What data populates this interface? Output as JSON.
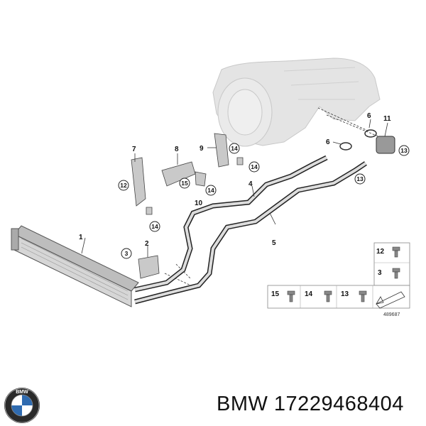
{
  "caption": "BMW 17229468404",
  "logo_text": "BMW",
  "diagram_number": "489687",
  "callouts": {
    "c1": "1",
    "c2": "2",
    "c3": "3",
    "c4": "4",
    "c5": "5",
    "c6a": "6",
    "c6b": "6",
    "c7": "7",
    "c8": "8",
    "c9": "9",
    "c10": "10",
    "c11": "11",
    "c12": "12",
    "c13a": "13",
    "c13b": "13",
    "c14a": "14",
    "c14b": "14",
    "c14c": "14",
    "c14d": "14",
    "c15": "15"
  },
  "legend": {
    "r12": "12",
    "r3": "3",
    "r15": "15",
    "r14": "14",
    "r13": "13"
  }
}
